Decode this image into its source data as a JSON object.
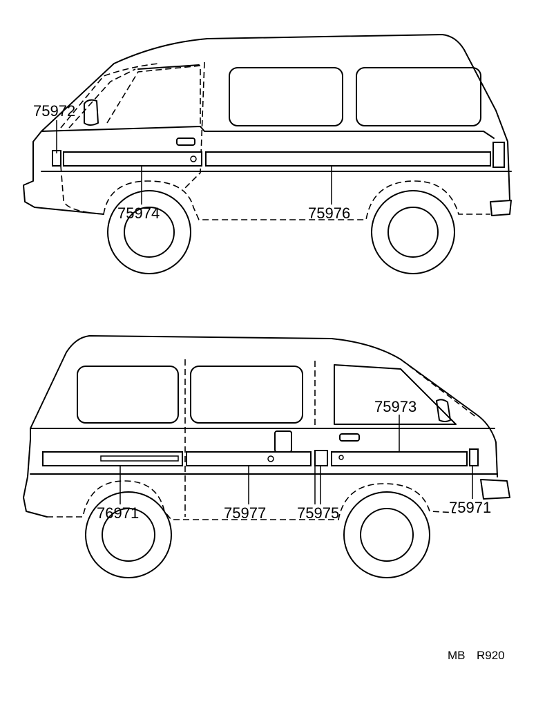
{
  "upper_view": {
    "callouts": [
      "75972",
      "75974",
      "75976"
    ]
  },
  "lower_view": {
    "callouts": [
      "75973",
      "76971",
      "75977",
      "75975",
      "75971"
    ]
  },
  "footer": {
    "code_left": "MB",
    "code_right": "R920"
  }
}
